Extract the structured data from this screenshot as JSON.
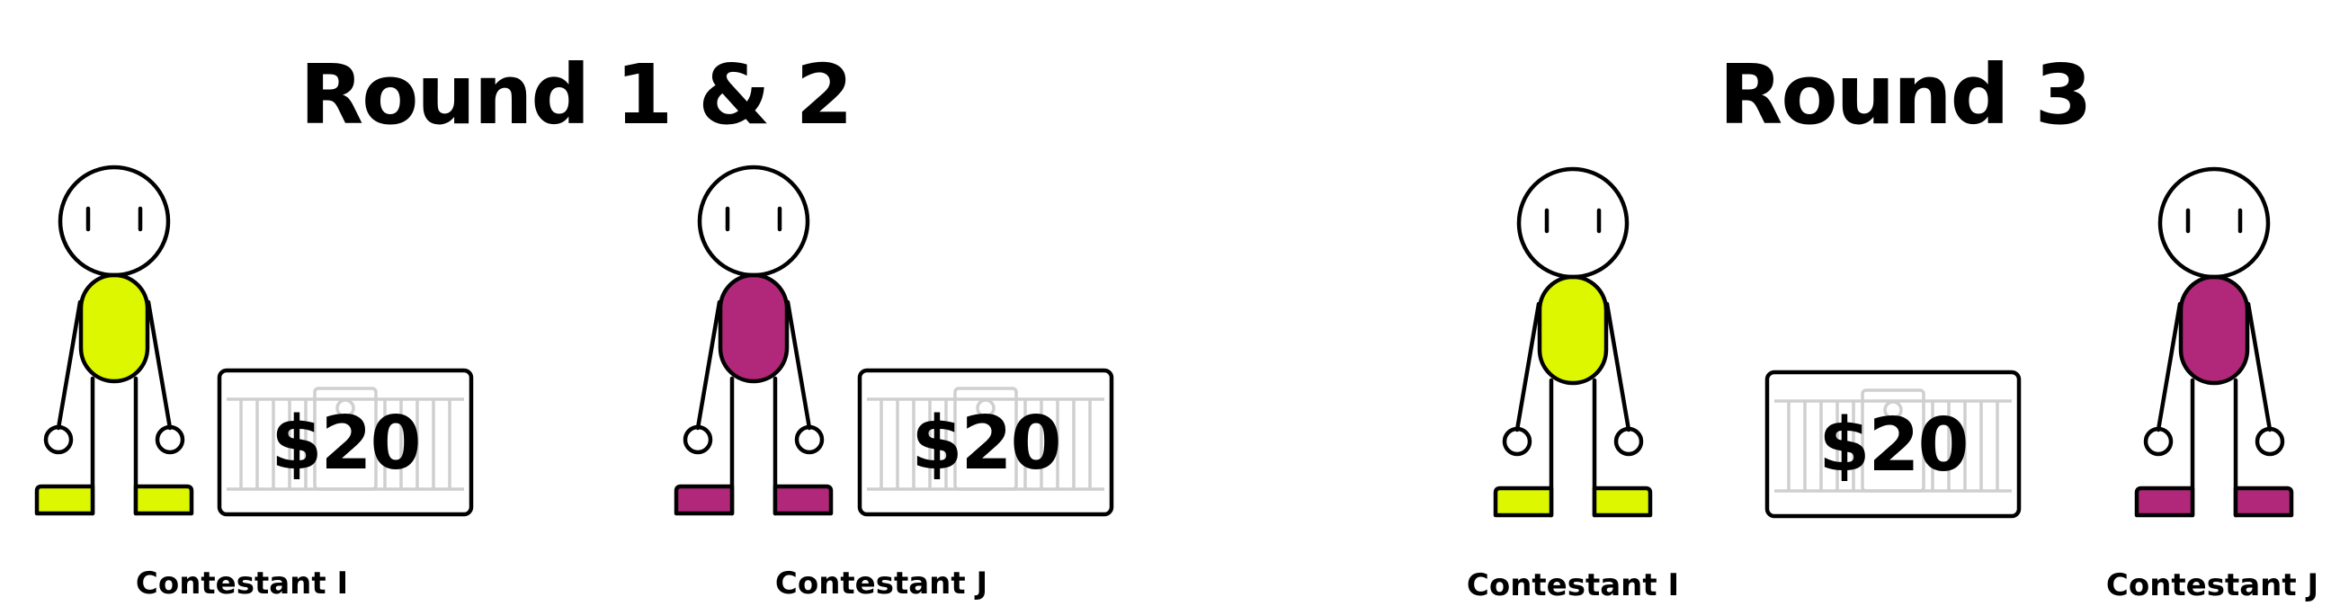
{
  "panels": {
    "left": {
      "title": "Round 1 & 2",
      "contestant_a": {
        "label": "Contestant I",
        "color": "#dcf700"
      },
      "contestant_b": {
        "label": "Contestant J",
        "color": "#b1287a"
      },
      "bill_a": "$20",
      "bill_b": "$20"
    },
    "right": {
      "title": "Round 3",
      "contestant_a": {
        "label": "Contestant I",
        "color": "#dcf700"
      },
      "contestant_b": {
        "label": "Contestant J",
        "color": "#b1287a"
      },
      "bill": "$20"
    }
  }
}
